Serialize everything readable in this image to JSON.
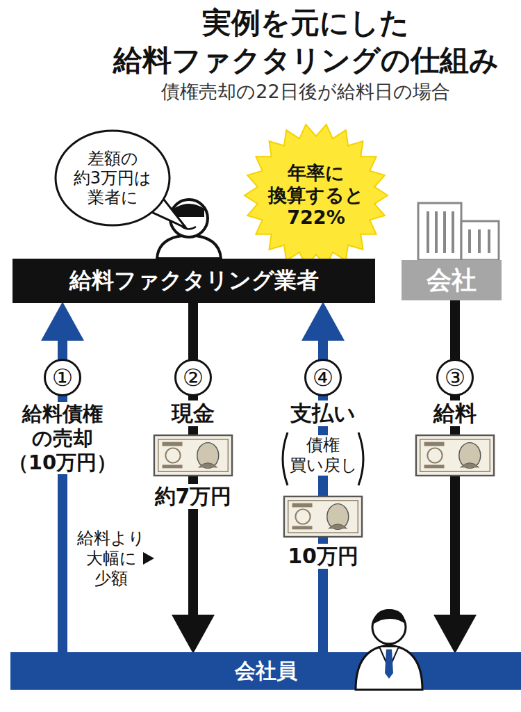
{
  "diagram": {
    "title": "実例を元にした 給料ファクタリングの仕組み",
    "nodes": [
      {
        "text": [
          "差額の 約3万円は 業者に"
        ]
      },
      {
        "text": [
          "年率に 換算すると 722%"
        ]
      },
      {
        "text": [
          "給料ファクタリング業者"
        ]
      },
      {
        "text": [
          "会社"
        ]
      },
      {
        "text": [
          "会社員"
        ]
      }
    ],
    "edges": [
      {
        "from": 4,
        "to": 2,
        "arrow": "to",
        "label": "給料債権 の売却 （10万円）"
      },
      {
        "from": 2,
        "to": 4,
        "arrow": "to",
        "label": "現金"
      },
      {
        "from": 4,
        "to": 2,
        "arrow": "to",
        "label": "支払い"
      },
      {
        "from": 3,
        "to": 4,
        "arrow": "to",
        "label": "給料"
      }
    ],
    "labels": [
      "債権売却の22日後が給料日の場合",
      "①",
      "②",
      "④",
      "③",
      "約7万円",
      "給料より 大幅に 少額",
      "債権 買い戻し",
      "10万円"
    ]
  }
}
